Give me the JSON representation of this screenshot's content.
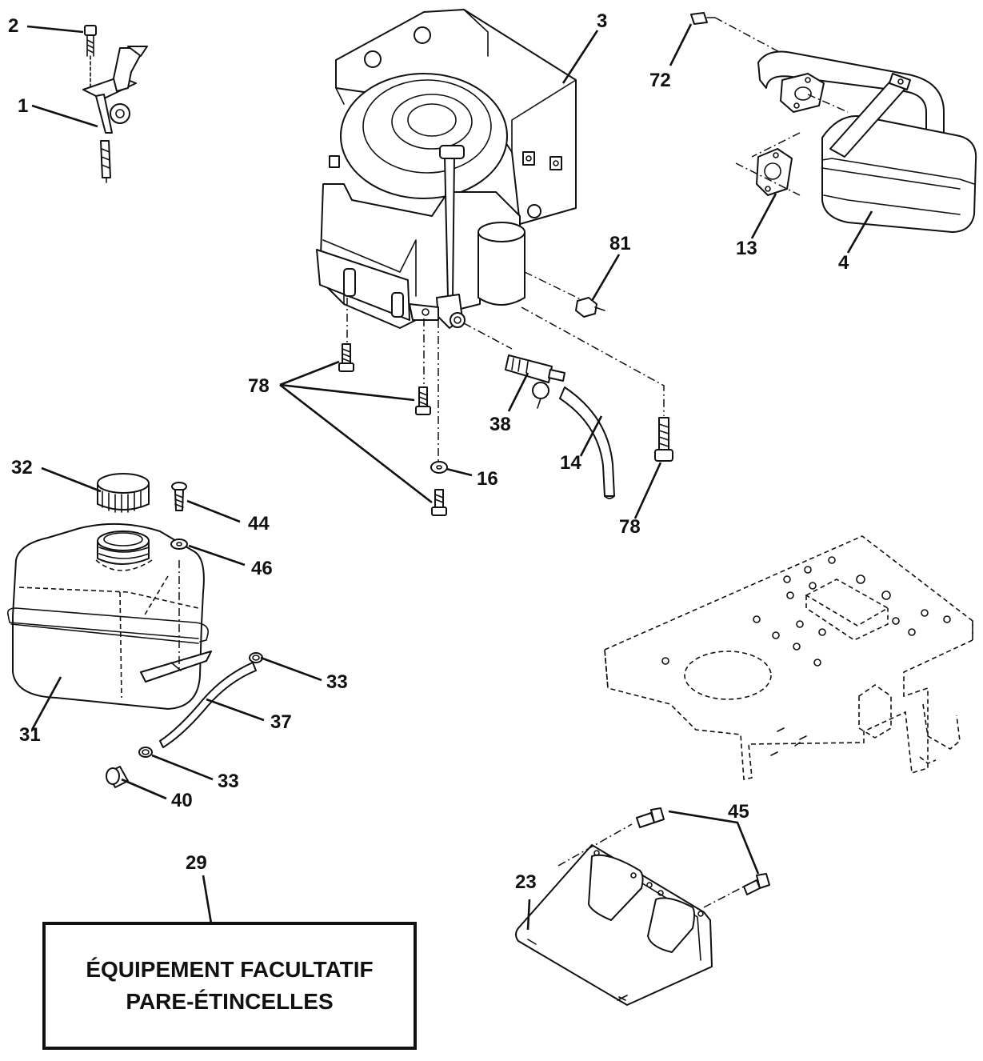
{
  "labels": {
    "p1": "1",
    "p2": "2",
    "p3": "3",
    "p4": "4",
    "p13": "13",
    "p14": "14",
    "p16": "16",
    "p23": "23",
    "p29": "29",
    "p31": "31",
    "p32": "32",
    "p33a": "33",
    "p33b": "33",
    "p37": "37",
    "p38": "38",
    "p40": "40",
    "p44": "44",
    "p45": "45",
    "p46": "46",
    "p72": "72",
    "p78a": "78",
    "p78b": "78",
    "p81": "81"
  },
  "option_box": {
    "line1": "ÉQUIPEMENT FACULTATIF",
    "line2": "PARE-ÉTINCELLES"
  }
}
